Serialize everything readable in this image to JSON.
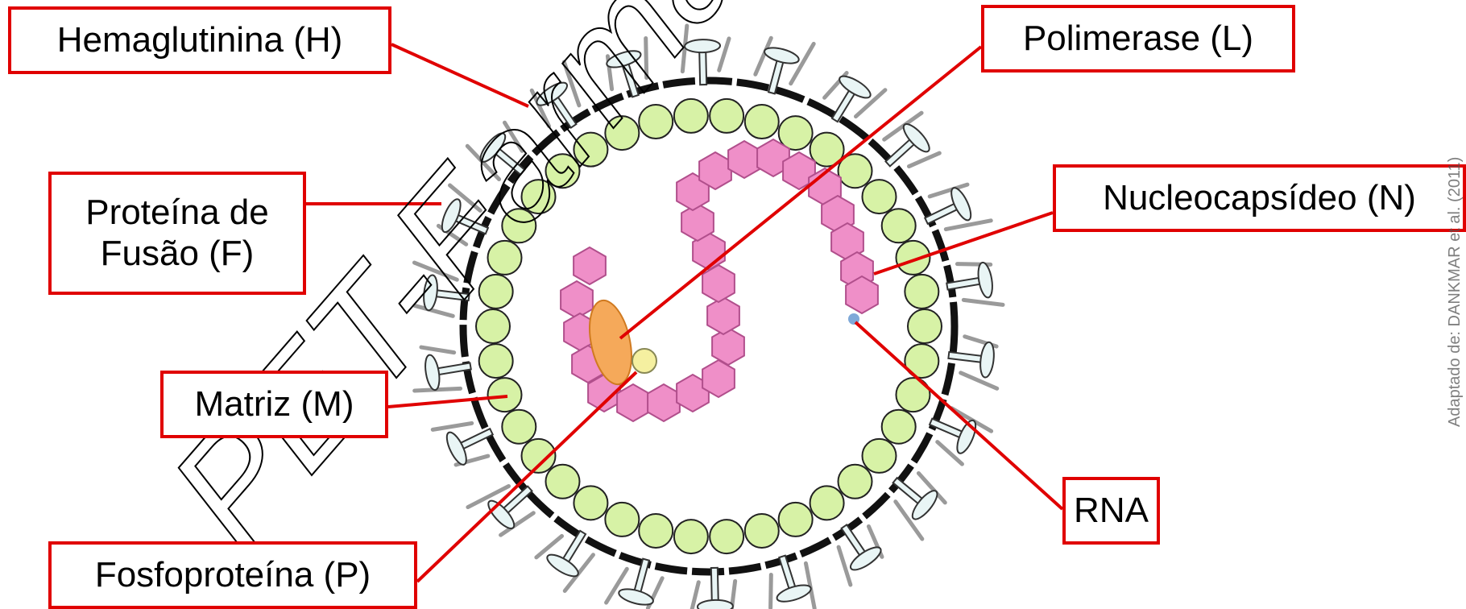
{
  "labels": {
    "hemaglutinina": "Hemaglutinina (H)",
    "fusao_line1": "Proteína de",
    "fusao_line2": "Fusão (F)",
    "matriz": "Matriz (M)",
    "fosfoproteina": "Fosfoproteína (P)",
    "polimerase": "Polimerase (L)",
    "nucleocapsideo": "Nucleocapsídeo (N)",
    "rna": "RNA"
  },
  "watermark": "PET-Farmácia",
  "credit": "Adaptado de: DANKMAR et al. (2011)",
  "colors": {
    "label_border": "#e00000",
    "leader_line": "#e00000",
    "envelope": "#111111",
    "matrix_protein": "#d7f2a6",
    "nucleocapsid": "#ef8fc8",
    "hemagglutinin": "#e9f5f5",
    "polymerase": "#f5a95a",
    "phosphoprotein": "#f5f0a0",
    "rna": "#7fa9d8"
  }
}
